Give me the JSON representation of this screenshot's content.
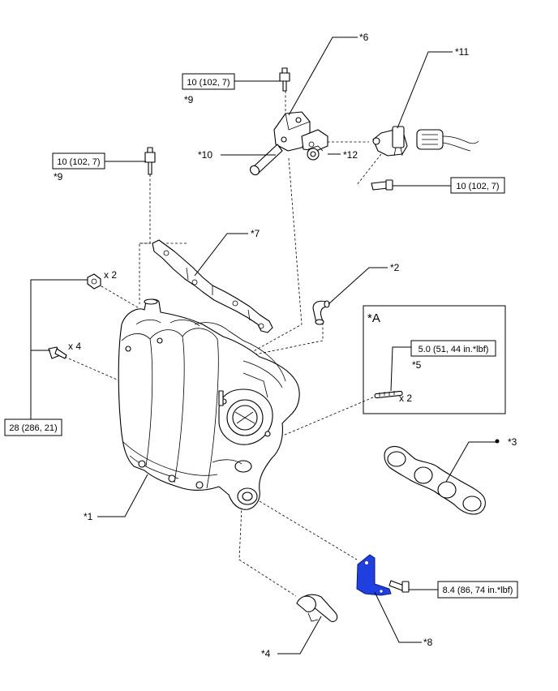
{
  "callouts": {
    "c1": "*1",
    "c2": "*2",
    "c3": "*3",
    "c4": "*4",
    "c5": "*5",
    "c6": "*6",
    "c7": "*7",
    "c8": "*8",
    "c9a": "*9",
    "c9b": "*9",
    "c10": "*10",
    "c11": "*11",
    "c12": "*12",
    "cA": "*A"
  },
  "torque": {
    "t9a": "10 (102, 7)",
    "t9b": "10 (102, 7)",
    "t11": "10 (102, 7)",
    "t1": "28 (286, 21)",
    "t5": "5.0 (51, 44 in.*lbf)",
    "t8": "8.4 (86, 74 in.*lbf)"
  },
  "qty": {
    "nut": "x 2",
    "bolt": "x 4",
    "stud": "x 2"
  },
  "colors": {
    "bracket_fill": "#1f3fe0",
    "bracket_stroke": "#0a1a8a"
  }
}
